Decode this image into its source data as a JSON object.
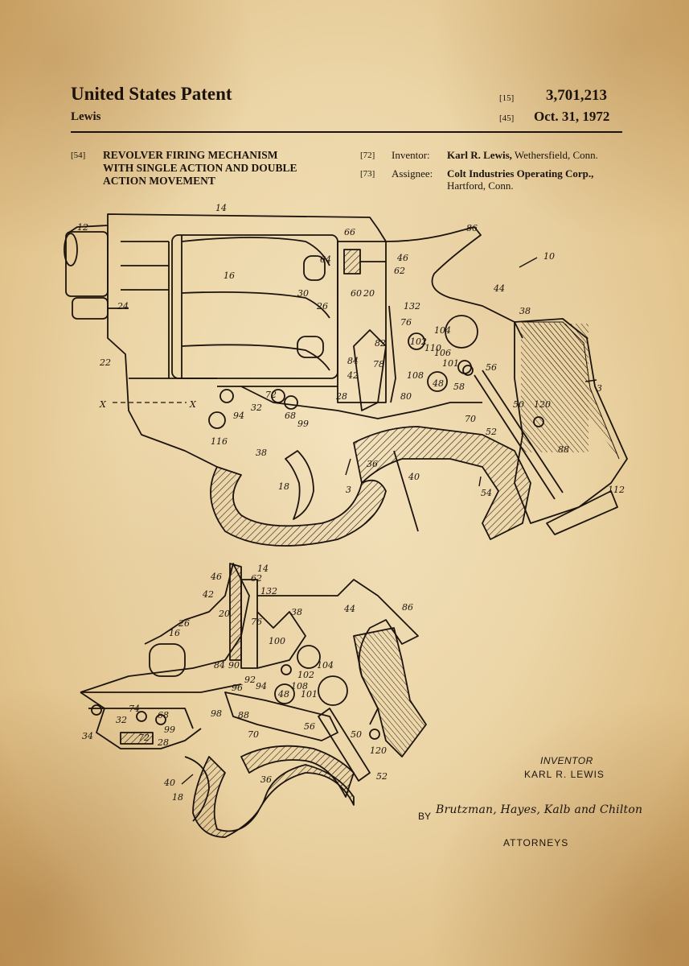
{
  "header": {
    "title": "United States Patent",
    "inventor_surname": "Lewis",
    "number_code": "[15]",
    "patent_number": "3,701,213",
    "date_code": "[45]",
    "date": "Oct. 31, 1972"
  },
  "biblio": {
    "title_code": "[54]",
    "title_lines": [
      "REVOLVER FIRING MECHANISM",
      "WITH SINGLE ACTION AND DOUBLE",
      "ACTION MOVEMENT"
    ],
    "inventor_code": "[72]",
    "inventor_label": "Inventor:",
    "inventor_name": "Karl R. Lewis,",
    "inventor_place": "Wethersfield, Conn.",
    "assignee_code": "[73]",
    "assignee_label": "Assignee:",
    "assignee_name": "Colt Industries Operating Corp.,",
    "assignee_place": "Hartford, Conn."
  },
  "signature": {
    "inventor_heading": "INVENTOR",
    "inventor_name": "KARL R. LEWIS",
    "by": "BY",
    "attorney_signature": "Brutzman, Hayes, Kalb and Chilton",
    "attorneys": "ATTORNEYS"
  },
  "figure1_labels": [
    "14",
    "12",
    "86",
    "10",
    "16",
    "66",
    "64",
    "46",
    "62",
    "30",
    "60",
    "20",
    "24",
    "26",
    "132",
    "44",
    "38",
    "76",
    "104",
    "102",
    "110",
    "106",
    "22",
    "82",
    "84",
    "108",
    "101",
    "48",
    "56",
    "42",
    "78",
    "3",
    "58",
    "72",
    "28",
    "80",
    "50",
    "120",
    "X",
    "X",
    "94",
    "32",
    "68",
    "99",
    "70",
    "116",
    "52",
    "38",
    "88",
    "36",
    "40",
    "18",
    "3",
    "54",
    "112"
  ],
  "figure2_labels": [
    "46",
    "14",
    "62",
    "42",
    "132",
    "20",
    "26",
    "76",
    "38",
    "44",
    "86",
    "16",
    "100",
    "84",
    "104",
    "102",
    "90",
    "92",
    "108",
    "48",
    "101",
    "94",
    "98",
    "88",
    "96",
    "34",
    "74",
    "32",
    "68",
    "99",
    "72",
    "28",
    "70",
    "56",
    "50",
    "120",
    "40",
    "36",
    "18",
    "52"
  ],
  "colors": {
    "paper": "#ecd6a8",
    "ink": "#1c140c"
  }
}
